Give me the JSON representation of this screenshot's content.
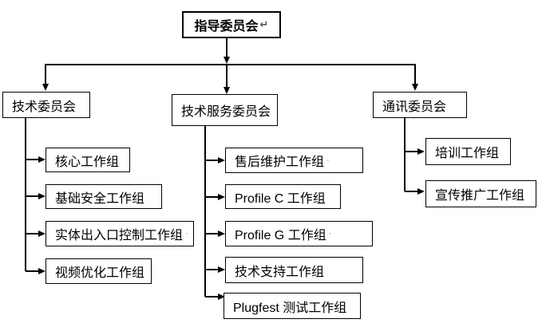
{
  "root": {
    "label": "指导委员会",
    "mark": "↵"
  },
  "committees": [
    {
      "label": "技术委员会",
      "groups": [
        {
          "label": "核心工作组",
          "mark": ""
        },
        {
          "label": "基础安全工作组",
          "mark": ""
        },
        {
          "label": "实体出入口控制工作组",
          "mark": "·"
        },
        {
          "label": "视频优化工作组",
          "mark": ""
        }
      ]
    },
    {
      "label": "技术服务委员会",
      "groups": [
        {
          "label": "售后维护工作组",
          "mark": "·"
        },
        {
          "label": "Profile C 工作组",
          "mark": ""
        },
        {
          "label": "Profile G 工作组",
          "mark": "·"
        },
        {
          "label": "技术支持工作组",
          "mark": ""
        },
        {
          "label": "Plugfest 测试工作组",
          "mark": ""
        }
      ]
    },
    {
      "label": "通讯委员会",
      "groups": [
        {
          "label": "培训工作组",
          "mark": ""
        },
        {
          "label": "宣传推广工作组",
          "mark": ""
        }
      ]
    }
  ],
  "colors": {
    "line": "#000000",
    "box_border": "#000000",
    "box_background": "#ffffff",
    "text": "#000000",
    "canvas_background": "#ffffff"
  }
}
